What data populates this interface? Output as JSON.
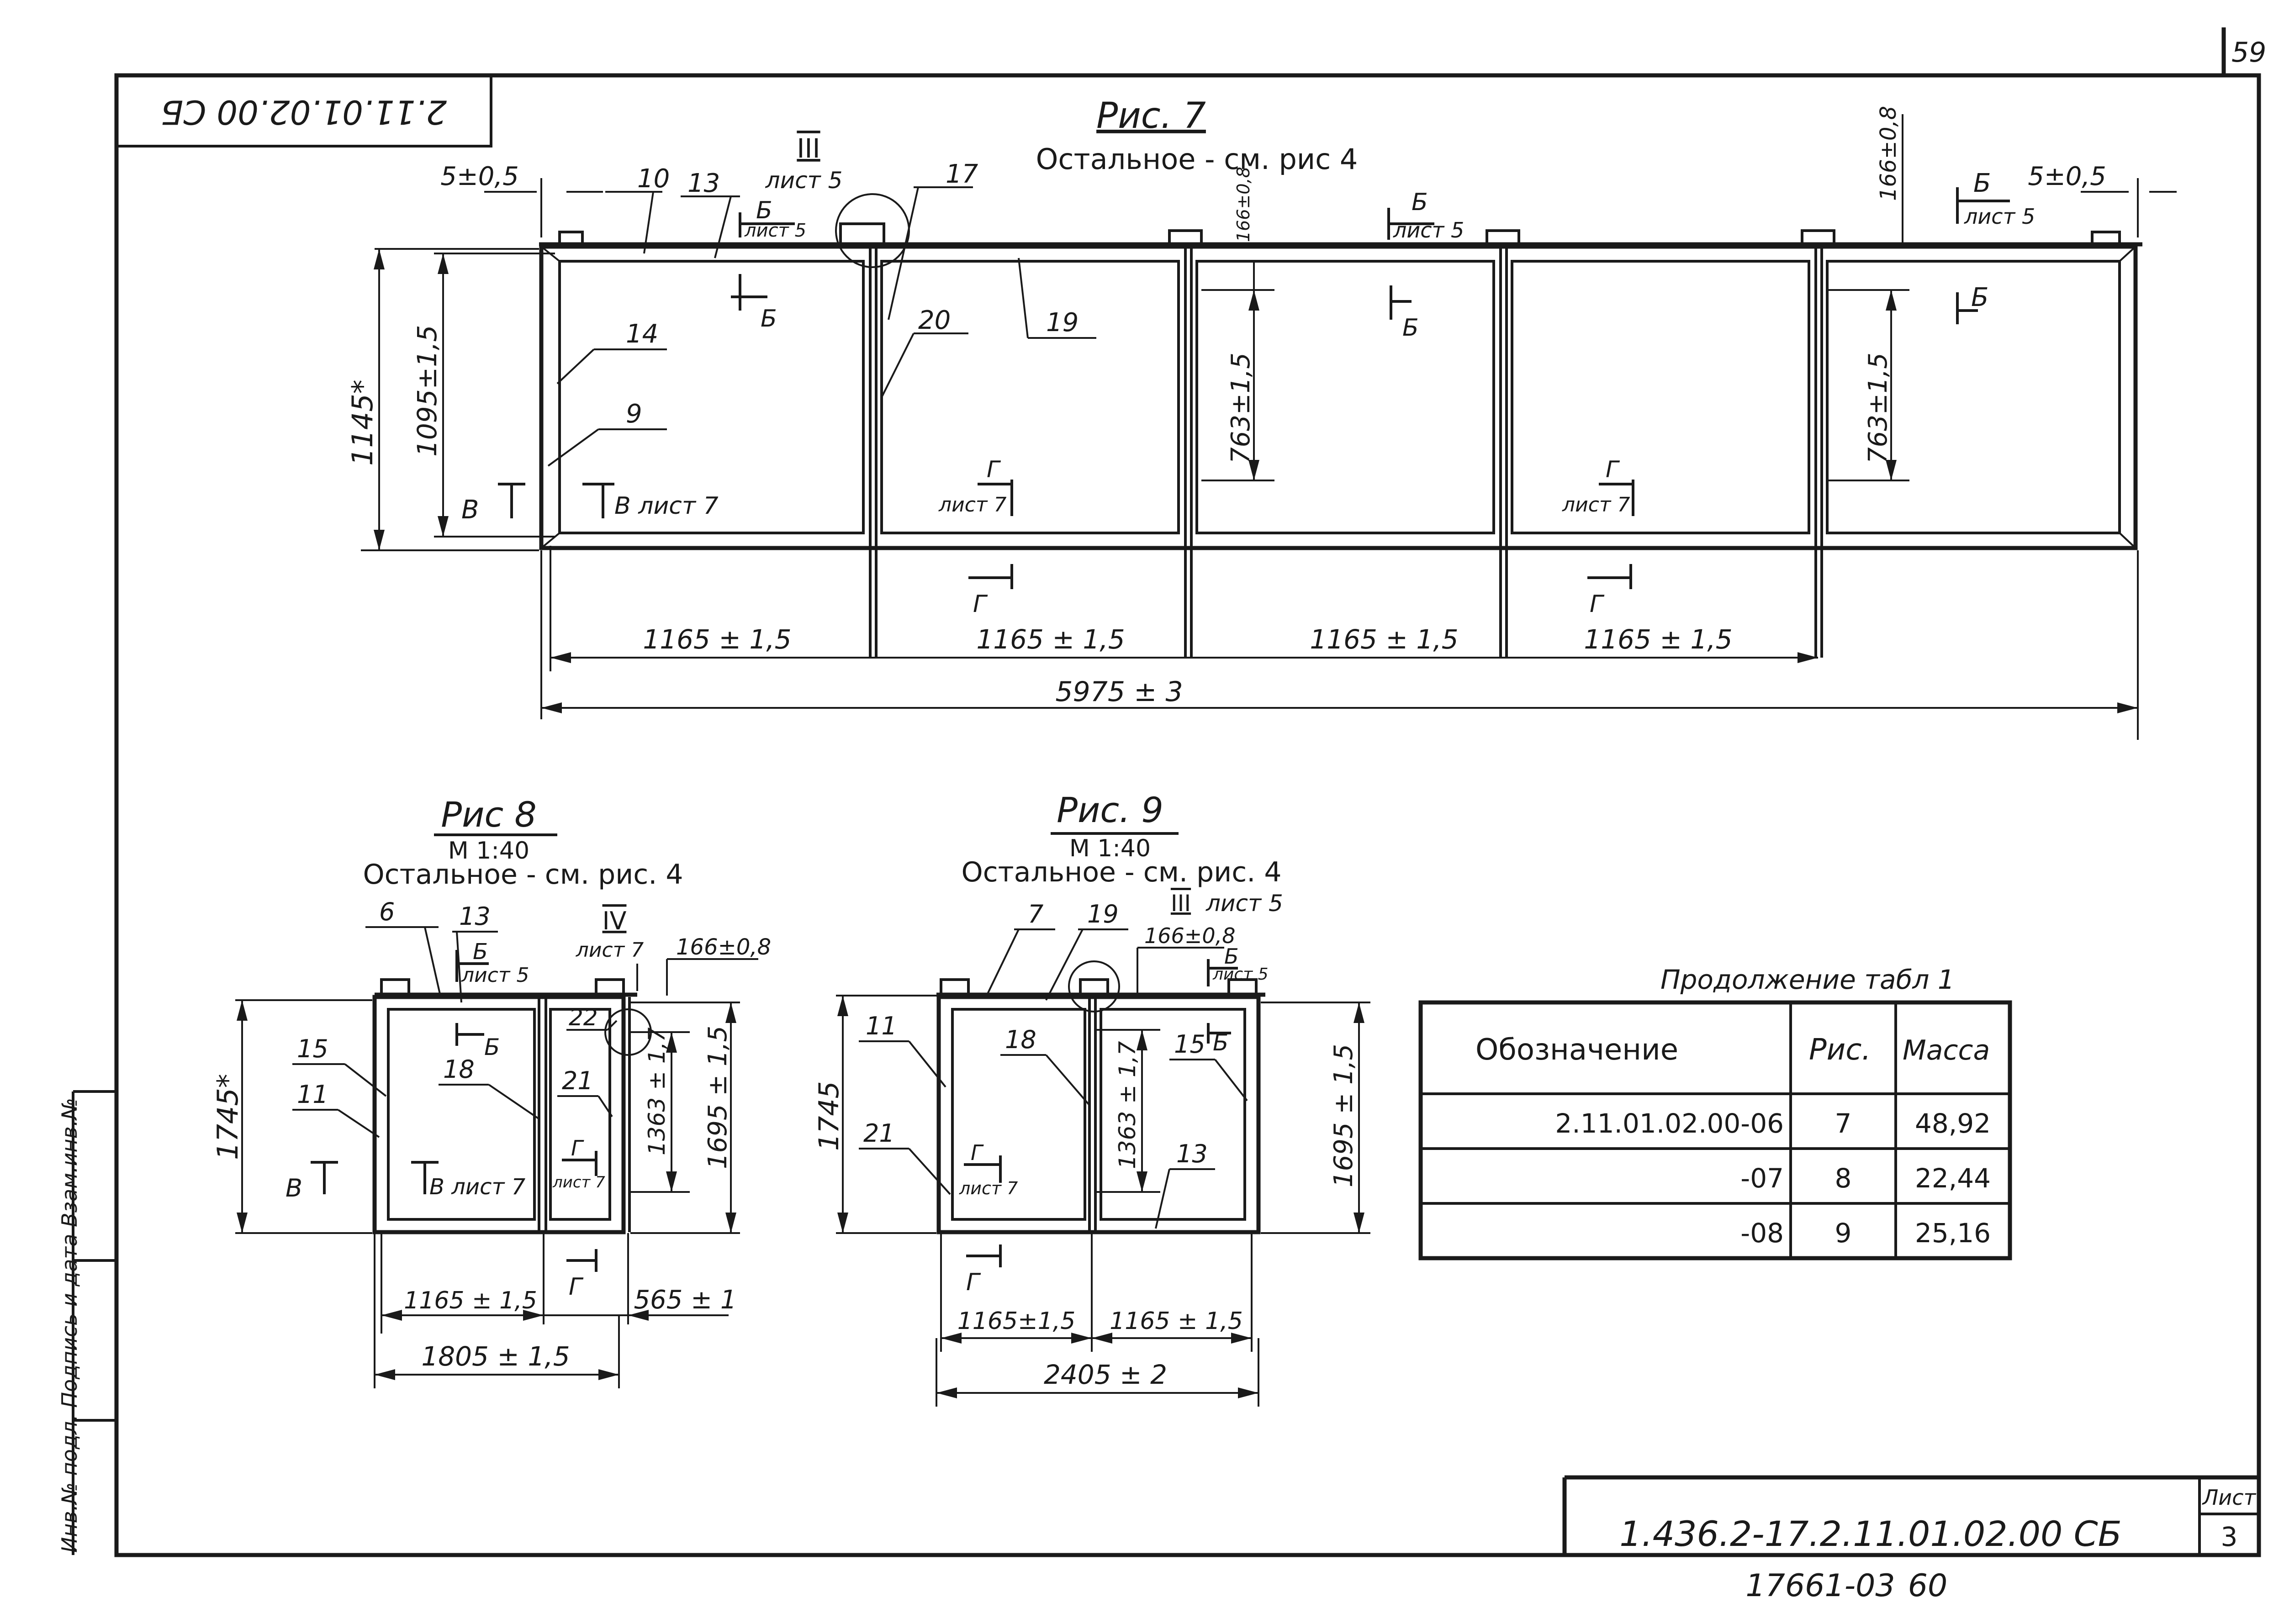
{
  "sheet": {
    "page_number_top": "59",
    "stamp_code_mirrored": "2.11.01.02.00 СБ",
    "side_strip_text": "Инв.№ подл. Подпись и дата Взам.инв.№",
    "designation": "1.436.2-17.2.11.01.02.00 СБ",
    "inventory_number": "17661-03",
    "inventory_page": "60",
    "sheet_label": "Лист",
    "sheet_number": "3"
  },
  "fig7": {
    "title": "Рис. 7",
    "note": "Остальное - см. рис 4",
    "callouts": {
      "section_iii": "III",
      "list5": "лист 5",
      "b": "Б",
      "v": "В",
      "v_list7": "В лист 7",
      "g": "Г",
      "list7": "лист 7"
    },
    "positions": [
      "10",
      "13",
      "17",
      "14",
      "9",
      "20",
      "19"
    ],
    "dims": {
      "gap_left": "5±0,5",
      "gap_right": "5±0,5",
      "bracket_height": "166±0,8",
      "height_total": "1145*",
      "height_inner": "1095±1,5",
      "post_height_1": "763±1,5",
      "post_height_2": "763±1,5",
      "span": "1165 ± 1,5",
      "overall": "5975 ± 3"
    }
  },
  "fig8": {
    "title": "Рис 8",
    "scale": "М 1:40",
    "note": "Остальное - см. рис. 4",
    "callouts": {
      "section_iv": "IV",
      "list7": "лист 7",
      "list5": "лист 5",
      "b": "Б",
      "v": "В",
      "v_list7": "В лист 7",
      "g": "Г"
    },
    "positions": [
      "6",
      "13",
      "15",
      "11",
      "18",
      "21",
      "22"
    ],
    "dims": {
      "bracket_height": "166±0,8",
      "height_total": "1745*",
      "height_inner": "1695 ± 1,5",
      "post_height": "1363 ± 1,7",
      "span": "1165 ± 1,5",
      "span_small": "565 ± 1",
      "overall": "1805 ± 1,5"
    }
  },
  "fig9": {
    "title": "Рис. 9",
    "scale": "М 1:40",
    "note": "Остальное - см. рис. 4",
    "callouts": {
      "section_iii": "III",
      "list5": "лист 5",
      "b": "Б",
      "g": "Г",
      "list7": "лист 7"
    },
    "positions": [
      "7",
      "19",
      "11",
      "18",
      "15",
      "21",
      "13"
    ],
    "dims": {
      "bracket_height": "166±0,8",
      "height_total": "1745",
      "height_inner": "1695 ± 1,5",
      "post_height": "1363 ± 1,7",
      "span_left": "1165±1,5",
      "span_right": "1165 ± 1,5",
      "overall": "2405 ± 2"
    }
  },
  "table": {
    "caption": "Продолжение табл 1",
    "headers": [
      "Обозначение",
      "Рис.",
      "Масса"
    ],
    "rows": [
      [
        "2.11.01.02.00-06",
        "7",
        "48,92"
      ],
      [
        "-07",
        "8",
        "22,44"
      ],
      [
        "-08",
        "9",
        "25,16"
      ]
    ]
  }
}
